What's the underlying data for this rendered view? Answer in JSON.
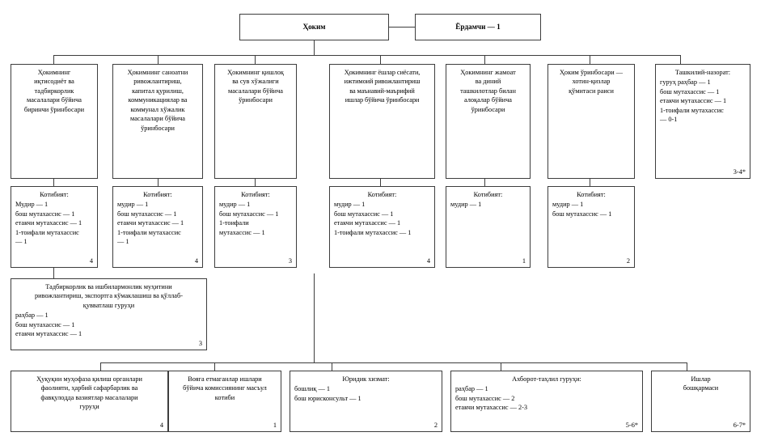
{
  "meta": {
    "language": "Uzbek (Cyrillic)",
    "doc_type": "organizational-chart",
    "line_color": "#3d3d3d",
    "box_fill": "#ffffff",
    "page_background": "#ffffff"
  },
  "top": {
    "head": {
      "title": "Ҳоким"
    },
    "assistant": {
      "title": "Ёрдамчи — 1"
    }
  },
  "deputies": [
    {
      "id": "deputy-economy",
      "title": "Ҳокимнинг\nиқтисодиёт ва\nтадбиркорлик\nмасалалари бўйича\nбиринчи ўринбосари"
    },
    {
      "id": "deputy-industry",
      "title": "Ҳокимнинг саноатни\nривожлантириш,\nкапитал қурилиш,\nкоммуникациялар ва\nкоммунал хўжалик\nмасалалари бўйича\nўринбосари"
    },
    {
      "id": "deputy-agriculture",
      "title": "Ҳокимнинг қишлоқ\nва сув хўжалиги\nмасалалари бўйича\nўринбосари"
    },
    {
      "id": "deputy-youth",
      "title": "Ҳокимнинг ёшлар сиёсати,\nижтимоий ривожлантириш\nва маънавий-маърифий\nишлар бўйича ўринбосари"
    },
    {
      "id": "deputy-public-religious",
      "title": "Ҳокимнинг жамоат\nва диний\nташкилотлар билан\nалоқалар бўйича\nўринбосари"
    },
    {
      "id": "deputy-women",
      "title": "Ҳоким ўринбосари —\nхотин-қизлар\nқўмитаси раиси"
    }
  ],
  "control_group": {
    "id": "organizational-control-group",
    "title": "Ташкилий-назорат:",
    "lines": "гуруҳ раҳбар — 1\nбош мутахассис — 1\nетакчи мутахассис — 1\n1-тоифали мутахассис\n— 0-1",
    "count": "3-4*"
  },
  "secretariats": [
    {
      "id": "secretariat-economy",
      "title": "Котибият:",
      "lines": "Мудир — 1\nбош мутахассис — 1\nетакчи мутахассис — 1\n1-тоифали мутахассис\n— 1",
      "count": "4"
    },
    {
      "id": "secretariat-industry",
      "title": "Котибият:",
      "lines": "мудир — 1\nбош мутахассис — 1\nетакчи мутахассис — 1\n1-тоифали мутахассис\n— 1",
      "count": "4"
    },
    {
      "id": "secretariat-agriculture",
      "title": "Котибият:",
      "lines": "мудир — 1\nбош мутахассис — 1\n1-тоифали\nмутахассис — 1",
      "count": "3"
    },
    {
      "id": "secretariat-youth",
      "title": "Котибият:",
      "lines": "мудир — 1\nбош мутахассис — 1\nетакчи мутахассис — 1\n1-тоифали мутахассис — 1",
      "count": "4"
    },
    {
      "id": "secretariat-public-religious",
      "title": "Котибият:",
      "lines": "мудир — 1",
      "count": "1"
    },
    {
      "id": "secretariat-women",
      "title": "Котибият:",
      "lines": "мудир — 1\nбош мутахассис — 1",
      "count": "2"
    }
  ],
  "entrepreneurship_group": {
    "id": "entrepreneurship-support-group",
    "title": "Тадбиркорлик ва ишбилармонлик муҳитини\nривожлантириш, экспортга кўмаклашиш ва қўллаб-\nқувватлаш гуруҳи",
    "lines": "раҳбар — 1\nбош мутахассис — 1\nетакчи мутахассис — 1",
    "count": "3"
  },
  "bottom_units": [
    {
      "id": "law-enforcement-group",
      "title": "Ҳуқуқни муҳофаза қилиш органлари\nфаолияти, ҳарбий сафарбарлик ва\nфавқулодда вазиятлар масалалари\nгуруҳи",
      "lines": "",
      "count": "4"
    },
    {
      "id": "minors-commission-secretary",
      "title": "Вояга етмаганлар ишлари\nбўйича комиссиянинг масъул\nкотиби",
      "lines": "",
      "count": "1"
    },
    {
      "id": "legal-service",
      "title": "Юридик хизмат:",
      "lines": "бошлиқ — 1\nбош юрисконсульт — 1",
      "count": "2"
    },
    {
      "id": "information-analysis-group",
      "title": "Ахборот-таҳлил гуруҳи:",
      "lines": "раҳбар — 1\nбош мутахассис — 2\nетакчи мутахассис — 2-3",
      "count": "5-6*"
    },
    {
      "id": "affairs-department",
      "title": "Ишлар\nбошқармаси",
      "lines": "",
      "count": "6-7*"
    }
  ]
}
